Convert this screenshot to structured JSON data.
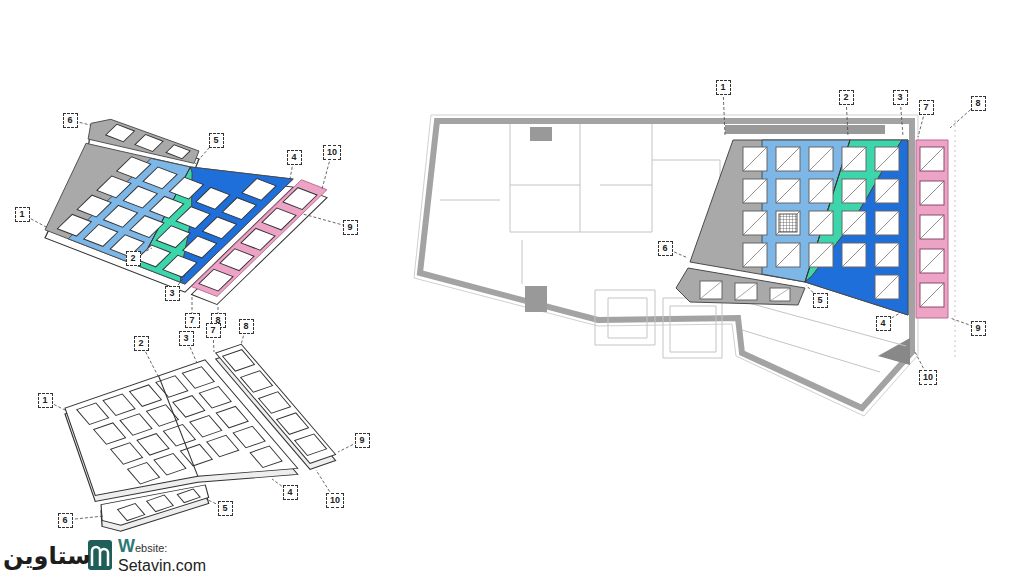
{
  "diagram": {
    "labels": [
      "6",
      "5",
      "4",
      "10",
      "1",
      "9",
      "2",
      "3",
      "7",
      "8",
      "2",
      "3",
      "7",
      "8",
      "1",
      "9",
      "6",
      "5",
      "4",
      "10",
      "1",
      "2",
      "3",
      "7",
      "8",
      "6",
      "5",
      "4",
      "9",
      "10",
      "ستاوين",
      "Website:",
      "Setavin.com"
    ]
  }
}
